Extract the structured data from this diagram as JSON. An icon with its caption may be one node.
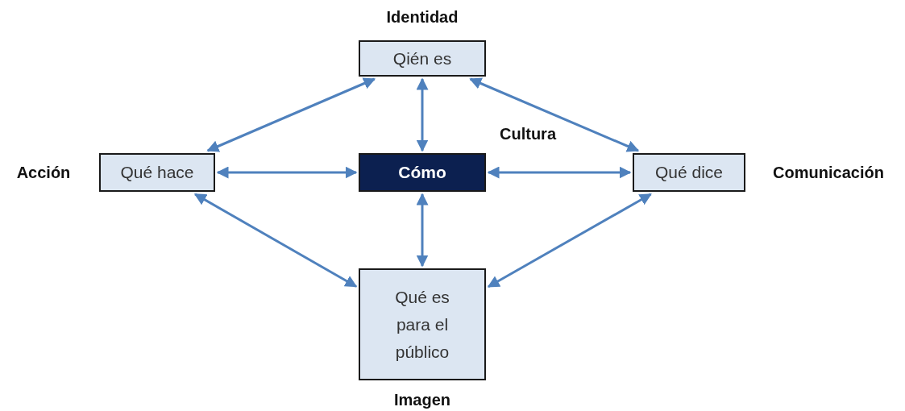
{
  "diagram": {
    "nodes": [
      {
        "text": [
          "Qién es"
        ],
        "beside": [
          "Identidad"
        ]
      },
      {
        "text": [
          "Qué hace"
        ],
        "beside": [
          "Acción"
        ]
      },
      {
        "text": [
          "Cómo"
        ],
        "beside": [
          "Cultura"
        ]
      },
      {
        "text": [
          "Qué dice"
        ],
        "beside": [
          "Comunicación"
        ]
      },
      {
        "text": [
          "Qué es para el público"
        ],
        "beside": [
          "Imagen"
        ]
      }
    ],
    "edges": [
      {
        "from": 0,
        "to": 1,
        "arrow": "both"
      },
      {
        "from": 0,
        "to": 2,
        "arrow": "both"
      },
      {
        "from": 0,
        "to": 3,
        "arrow": "both"
      },
      {
        "from": 1,
        "to": 2,
        "arrow": "both"
      },
      {
        "from": 2,
        "to": 3,
        "arrow": "both"
      },
      {
        "from": 1,
        "to": 4,
        "arrow": "both"
      },
      {
        "from": 2,
        "to": 4,
        "arrow": "both"
      },
      {
        "from": 3,
        "to": 4,
        "arrow": "both"
      }
    ]
  }
}
